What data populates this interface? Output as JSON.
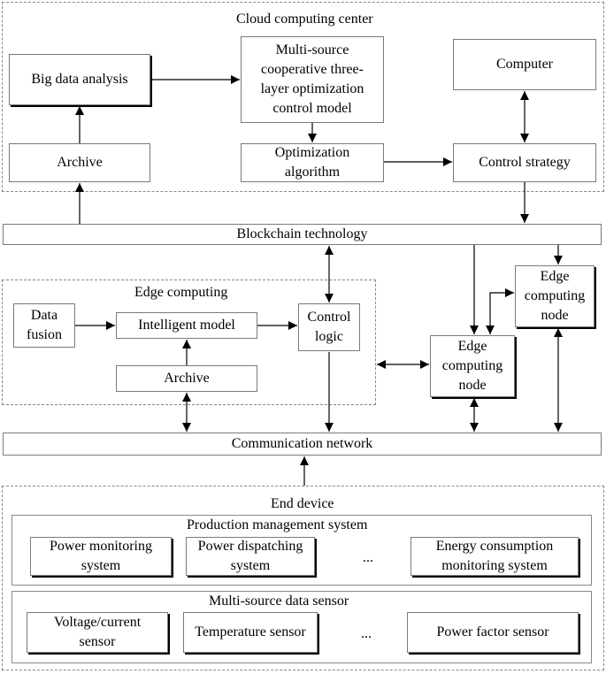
{
  "cloud": {
    "title": "Cloud computing center",
    "big_data": "Big data analysis",
    "model": "Multi-source\ncooperative three-\nlayer optimization\ncontrol model",
    "computer": "Computer",
    "archive": "Archive",
    "algorithm": "Optimization\nalgorithm",
    "strategy": "Control strategy"
  },
  "blockchain": "Blockchain technology",
  "edge": {
    "title": "Edge computing",
    "data_fusion": "Data\nfusion",
    "intelligent_model": "Intelligent model",
    "control_logic": "Control\nlogic",
    "archive": "Archive",
    "node_a": "Edge\ncomputing\nnode",
    "node_b": "Edge\ncomputing\nnode"
  },
  "network": "Communication network",
  "end": {
    "title": "End device",
    "production": {
      "title": "Production management system",
      "items": [
        "Power monitoring\nsystem",
        "Power dispatching\nsystem",
        "...",
        "Energy consumption\nmonitoring system"
      ]
    },
    "sensor": {
      "title": "Multi-source data sensor",
      "items": [
        "Voltage/current\nsensor",
        "Temperature sensor",
        "...",
        "Power factor sensor"
      ]
    }
  }
}
